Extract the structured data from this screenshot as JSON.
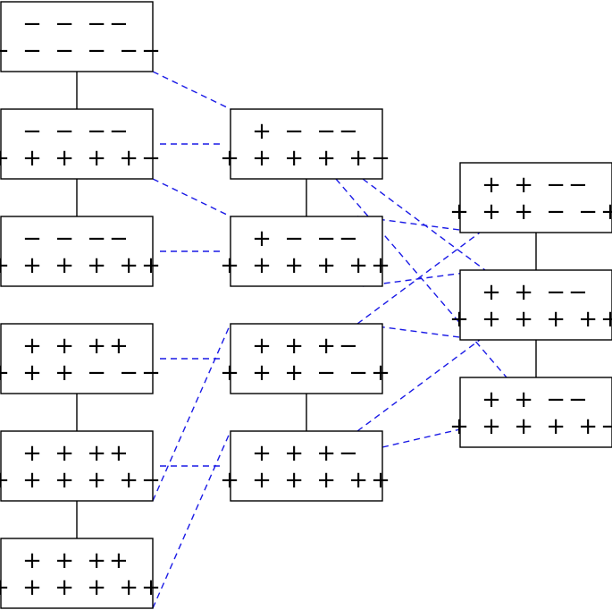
{
  "nodes": [
    {
      "id": "a1",
      "top": "− − −−",
      "bottom": "− − − − −−"
    },
    {
      "id": "a2",
      "top": "− − −−",
      "bottom": "+ + + + +−"
    },
    {
      "id": "a3",
      "top": "− − −−",
      "bottom": "+ + + + ++"
    },
    {
      "id": "a4",
      "top": "+ + ++",
      "bottom": "+ + + − −−"
    },
    {
      "id": "a5",
      "top": "+ + ++",
      "bottom": "+ + + + +−"
    },
    {
      "id": "a6",
      "top": "+ + ++",
      "bottom": "+ + + + ++"
    },
    {
      "id": "b1",
      "top": "+ − −−",
      "bottom": "+ + + + +−"
    },
    {
      "id": "b2",
      "top": "+ − −−",
      "bottom": "+ + + + ++"
    },
    {
      "id": "b3",
      "top": "+ + +−",
      "bottom": "+ + + − −+"
    },
    {
      "id": "b4",
      "top": "+ + +−",
      "bottom": "+ + + + ++"
    },
    {
      "id": "c1",
      "top": "+ + −−",
      "bottom": "+ + + − −+"
    },
    {
      "id": "c2",
      "top": "+ + −−",
      "bottom": "+ + + + ++"
    },
    {
      "id": "c3",
      "top": "+ + −−",
      "bottom": "+ + + + +−"
    }
  ],
  "solid_edges": [
    [
      "a1",
      "a2"
    ],
    [
      "a2",
      "a3"
    ],
    [
      "a4",
      "a5"
    ],
    [
      "a5",
      "a6"
    ],
    [
      "b1",
      "b2"
    ],
    [
      "b3",
      "b4"
    ],
    [
      "c1",
      "c2"
    ],
    [
      "c2",
      "c3"
    ]
  ],
  "dashed_edges": [
    [
      "a1",
      "b1"
    ],
    [
      "a2",
      "b1"
    ],
    [
      "a2",
      "b2"
    ],
    [
      "a3",
      "b2"
    ],
    [
      "a4",
      "b3"
    ],
    [
      "a5",
      "b3"
    ],
    [
      "a5",
      "b4"
    ],
    [
      "a6",
      "b4"
    ],
    [
      "b1",
      "c2"
    ],
    [
      "b1",
      "c3"
    ],
    [
      "b2",
      "c1"
    ],
    [
      "b2",
      "c2"
    ],
    [
      "b3",
      "c1"
    ],
    [
      "b3",
      "c2"
    ],
    [
      "b4",
      "c2"
    ],
    [
      "b4",
      "c3"
    ]
  ]
}
